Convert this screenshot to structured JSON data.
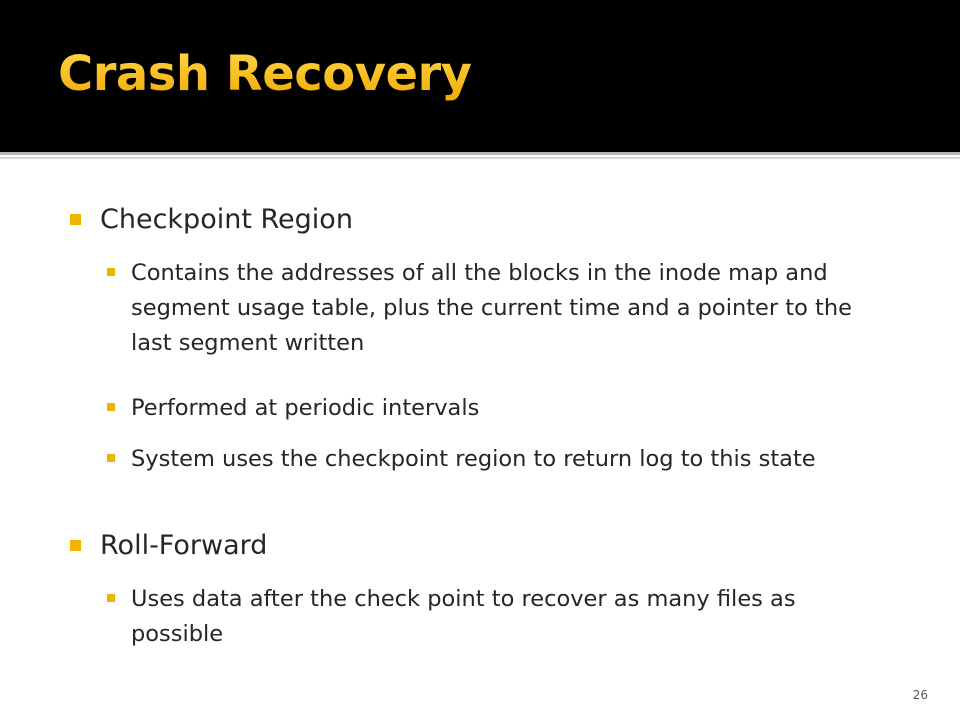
{
  "slide": {
    "title": "Crash Recovery",
    "page_number": "26",
    "accent_color": "#f0b400",
    "title_color": "#f5c000",
    "header_color": "#000000"
  },
  "bullets": [
    {
      "level": 1,
      "text": "Checkpoint Region"
    },
    {
      "level": 2,
      "text": "Contains the addresses of all the blocks in the inode map and segment usage table, plus the current time and a pointer to the last segment written"
    },
    {
      "level": 2,
      "text": "Performed at periodic intervals"
    },
    {
      "level": 2,
      "text": "System uses the checkpoint region to return log to this state"
    },
    {
      "level": 1,
      "text": "Roll-Forward"
    },
    {
      "level": 2,
      "text": "Uses data after the check point to recover as many files as possible"
    }
  ]
}
